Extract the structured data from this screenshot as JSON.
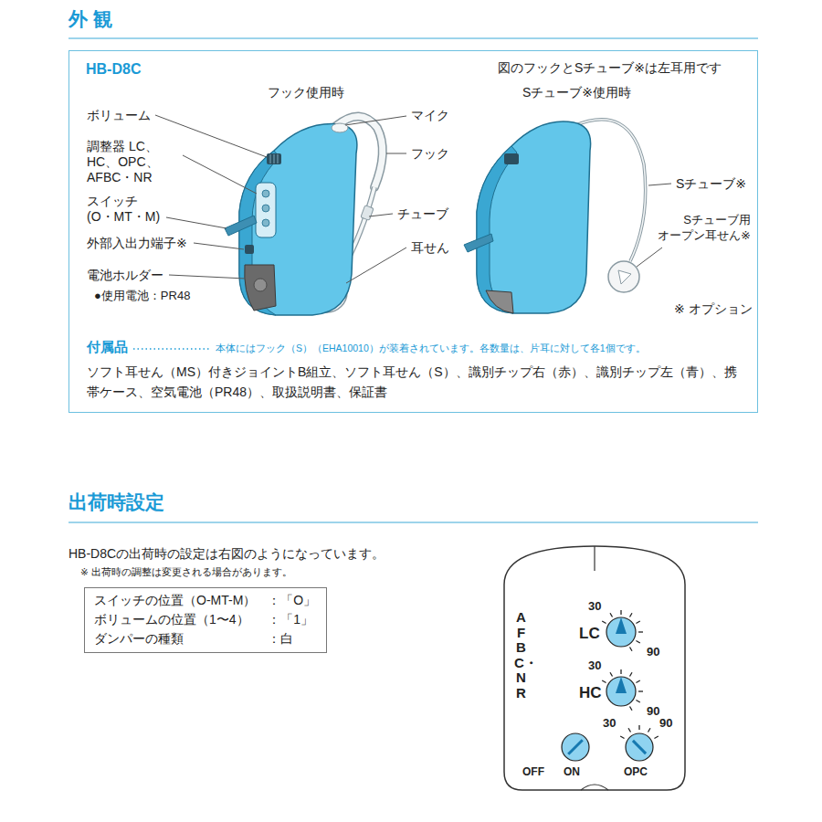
{
  "diagram": {
    "title": "外 観",
    "nodes": [
      {
        "text": [
          "HB-D8C"
        ]
      },
      {
        "text": [
          "スイッチの位置（O-MT-M）",
          "：「O」",
          "ボリュームの位置（1〜4）",
          "：「1」",
          "ダンパーの種類",
          "：白"
        ]
      },
      {
        "text": [
          "AFBC・NR",
          "LC",
          "30",
          "90",
          "HC",
          "30",
          "90",
          "30",
          "90",
          "OFF",
          "ON",
          "OPC"
        ]
      }
    ],
    "labels": [
      "図のフックとSチューブ※は左耳用です",
      "フック使用時",
      "Sチューブ※使用時",
      "ボリューム",
      "調整器 LC、HC、OPC、AFBC・NR",
      "スイッチ (O・MT・M)",
      "外部入出力端子※",
      "電池ホルダー",
      "●使用電池：PR48",
      "マイク",
      "フック",
      "チューブ",
      "耳せん",
      "Sチューブ※",
      "Sチューブ用 オープン耳せん※",
      "※ オプション",
      "付属品",
      "本体にはフック（S）（EHA10010）が装着されています。各数量は、片耳に対して各1個です。",
      "ソフト耳せん（MS）付きジョイントB組立、ソフト耳せん（S）、識別チップ右（赤）、識別チップ左（青）、携帯ケース、空気電池（PR48）、取扱説明書、保証書",
      "出荷時設定",
      "HB-D8Cの出荷時の設定は右図のようになっています。",
      "※ 出荷時の調整は変更される場合があります。"
    ]
  }
}
